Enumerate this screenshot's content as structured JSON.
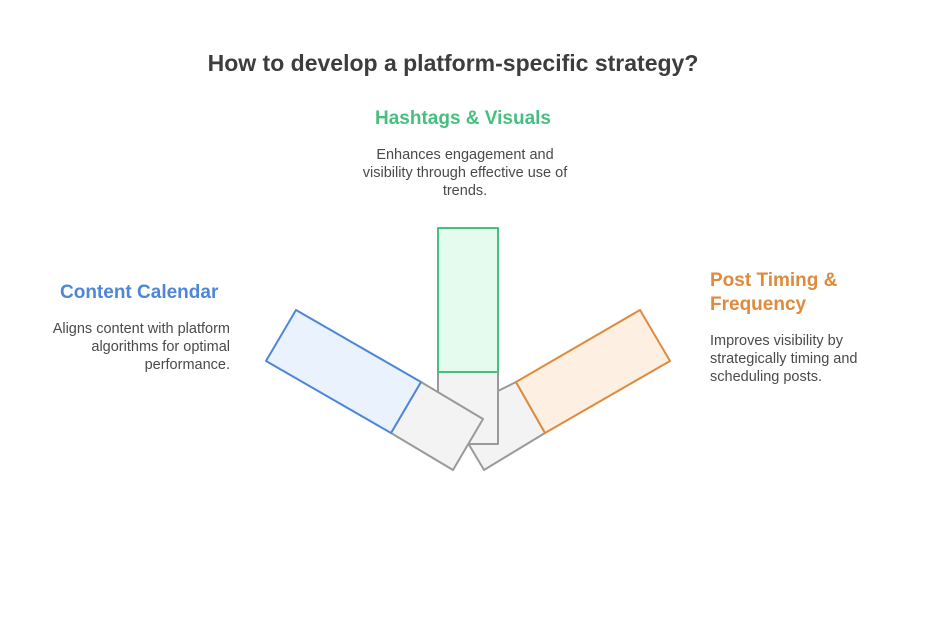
{
  "title": "How to develop a platform-specific strategy?",
  "items": {
    "hashtags": {
      "heading": "Hashtags & Visuals",
      "description": "Enhances engagement and visibility through effective use of trends.",
      "color": "#45c07f",
      "fill": "#e4fbee"
    },
    "calendar": {
      "heading": "Content Calendar",
      "description": "Aligns content with platform algorithms for optimal performance.",
      "color": "#4e87d8",
      "fill": "#eaf2fd"
    },
    "timing": {
      "heading": "Post Timing & Frequency",
      "description": "Improves visibility by strategically timing and scheduling posts.",
      "color": "#df8a3c",
      "fill": "#fdefe2"
    }
  },
  "colors": {
    "stem_stroke": "#9a9a9a",
    "stem_fill": "#f3f3f3",
    "title": "#3d3d3d"
  }
}
